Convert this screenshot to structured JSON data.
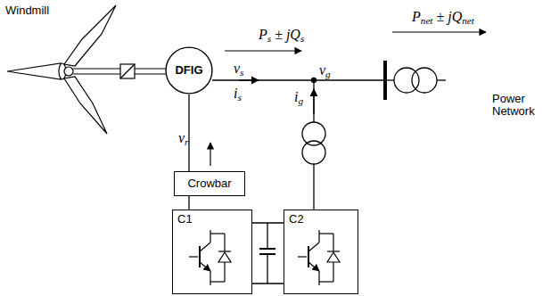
{
  "diagram": {
    "nodes": [
      {
        "text": [
          "DFIG"
        ]
      },
      {
        "text": [
          "Crowbar"
        ]
      },
      {
        "text": [
          "C1"
        ]
      },
      {
        "text": [
          "C2"
        ]
      }
    ],
    "edges": [
      {
        "from": 0,
        "to": 1,
        "arrow": "none"
      },
      {
        "from": 1,
        "to": 2,
        "arrow": "none"
      },
      {
        "from": 2,
        "to": 3,
        "arrow": "none"
      }
    ],
    "labels": [
      "Windmill",
      "Ps ± jQs",
      "Pnet ± jQnet",
      "vs",
      "is",
      "ig",
      "vg",
      "Power Network",
      "vr"
    ]
  }
}
